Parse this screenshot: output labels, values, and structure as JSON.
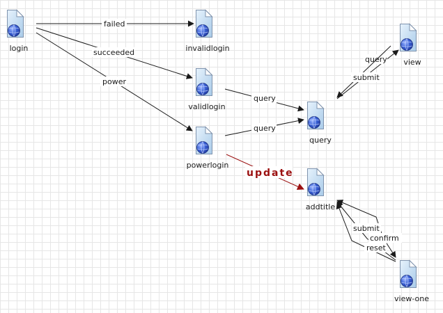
{
  "colors": {
    "edge": "#1a1a1a",
    "highlight_edge": "#9b1010",
    "page_fill_top": "#d9ecfb",
    "page_fill_bottom": "#a8cdee",
    "globe": "#2d55c8"
  },
  "nodes": {
    "login": {
      "label": "login",
      "icon": "web-page-globe-icon"
    },
    "invalidlogin": {
      "label": "invalidlogin",
      "icon": "web-page-globe-icon"
    },
    "validlogin": {
      "label": "validlogin",
      "icon": "web-page-globe-icon"
    },
    "powerlogin": {
      "label": "powerlogin",
      "icon": "web-page-globe-icon"
    },
    "query": {
      "label": "query",
      "icon": "web-page-globe-icon"
    },
    "view": {
      "label": "view",
      "icon": "web-page-globe-icon"
    },
    "addtitle": {
      "label": "addtitle",
      "icon": "web-page-globe-icon"
    },
    "view_one": {
      "label": "view-one",
      "icon": "web-page-globe-icon"
    }
  },
  "edges": {
    "login_invalidlogin": {
      "label": "failed"
    },
    "login_validlogin": {
      "label": "succeeded"
    },
    "login_powerlogin": {
      "label": "power"
    },
    "validlogin_query": {
      "label": "query"
    },
    "powerlogin_query": {
      "label": "query"
    },
    "query_view": {
      "label": "query"
    },
    "view_query": {
      "label": "submit"
    },
    "powerlogin_addtitle": {
      "label": "update"
    },
    "addtitle_view_one": {
      "label": "confirm"
    },
    "view_one_addtitle_submit": {
      "label": "submit"
    },
    "view_one_addtitle_reset": {
      "label": "reset"
    }
  }
}
